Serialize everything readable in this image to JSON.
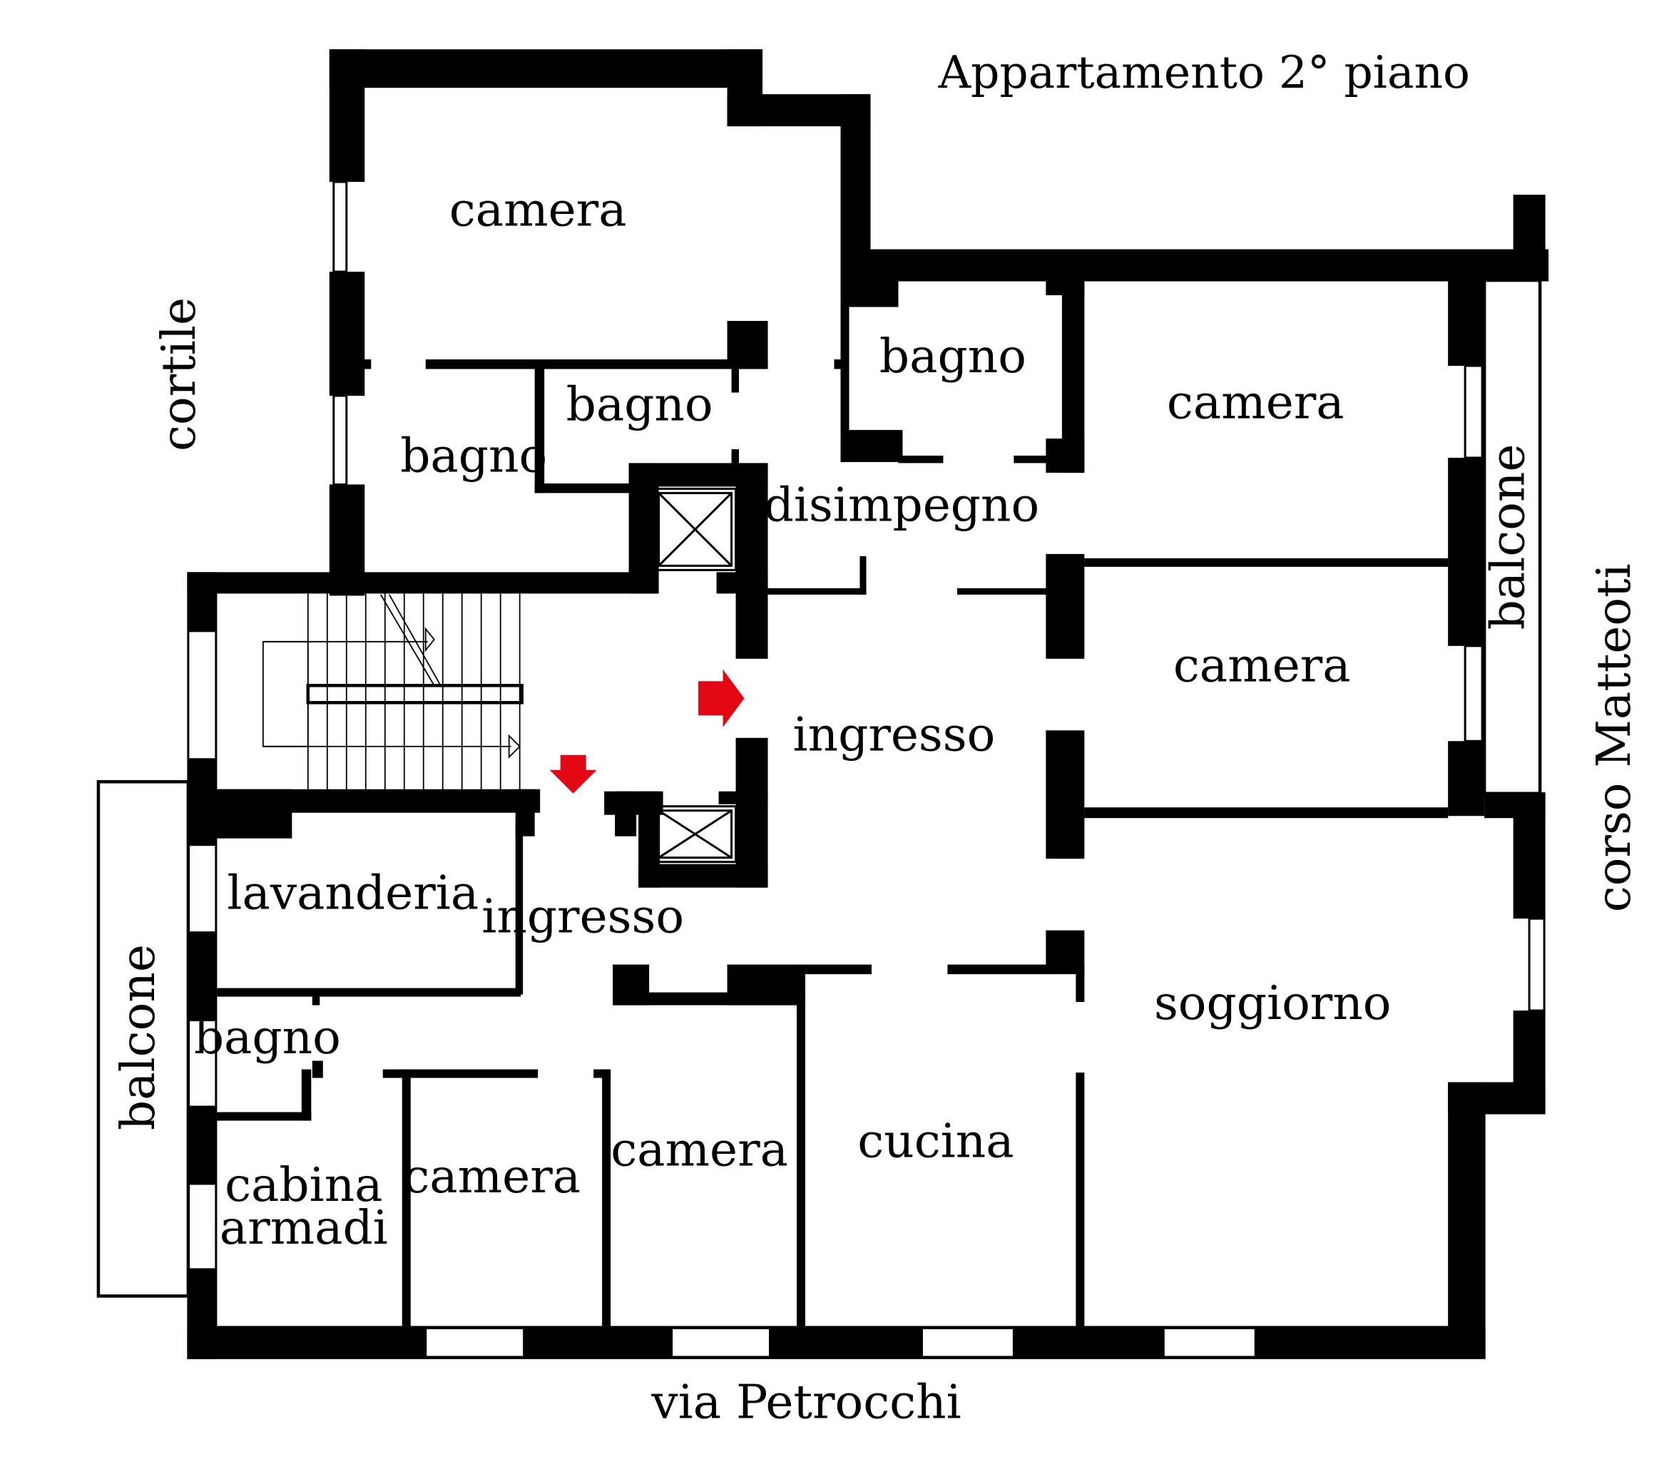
{
  "title": "Appartamento 2° piano",
  "streets": {
    "left": "cortile",
    "right": "corso Matteoti",
    "bottom": "via Petrocchi"
  },
  "rooms": {
    "camera_top": "camera",
    "bagno_left": "bagno",
    "bagno_mid": "bagno",
    "bagno_right": "bagno",
    "disimpegno": "disimpegno",
    "camera_right1": "camera",
    "camera_right2": "camera",
    "balcone_right": "balcone",
    "ingresso_main": "ingresso",
    "ingresso_left": "ingresso",
    "lavanderia": "lavanderia",
    "bagno_small": "bagno",
    "balcone_left": "balcone",
    "cabina": "cabina",
    "armadi": "armadi",
    "camera_b1": "camera",
    "camera_b2": "camera",
    "cucina": "cucina",
    "soggiorno": "soggiorno"
  },
  "colors": {
    "wall": "#000000",
    "arrow": "#e30613",
    "background": "#ffffff"
  },
  "icons": [
    "stair-direction-arrow-icon",
    "entrance-arrow-icon",
    "elevator-shaft-icon"
  ]
}
